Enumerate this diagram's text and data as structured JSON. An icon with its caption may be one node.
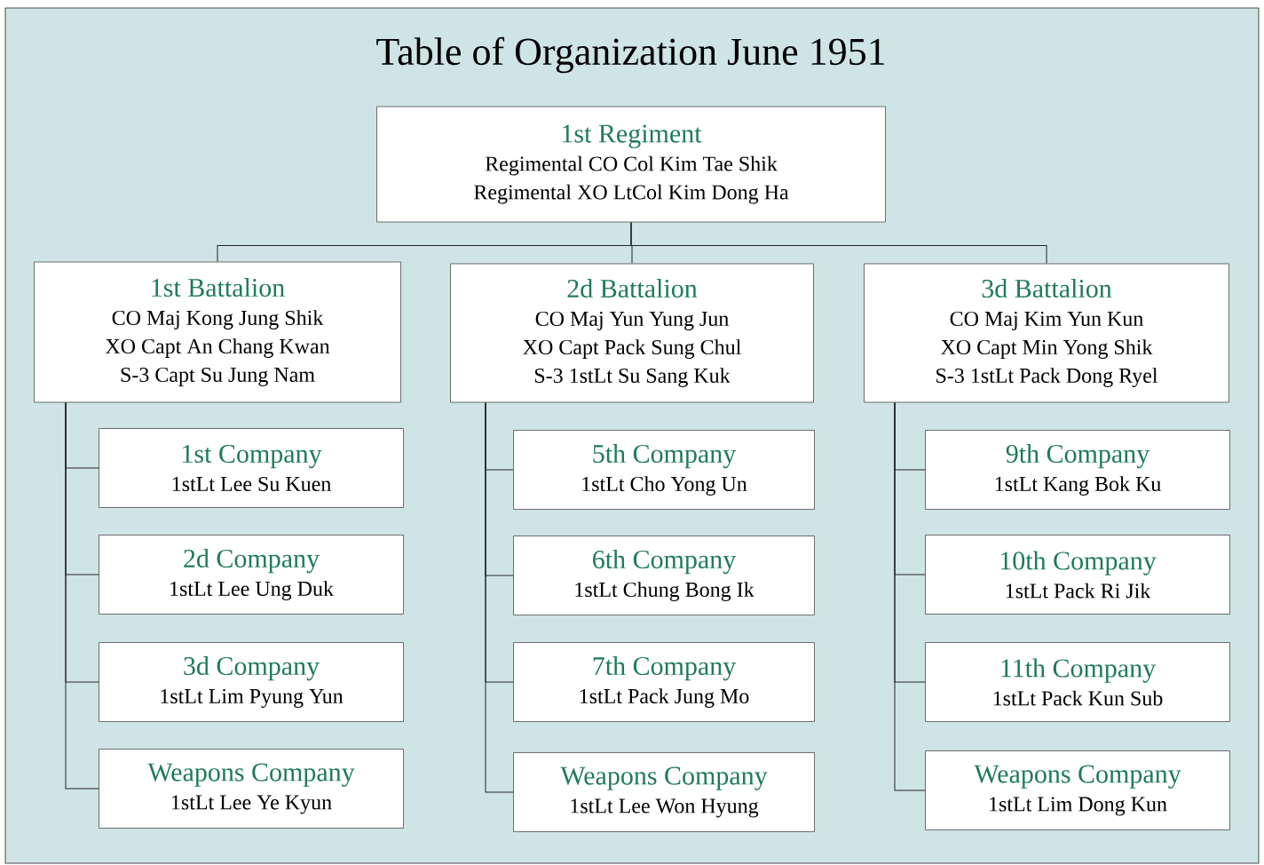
{
  "diagram": {
    "title": "Table of Organization June 1951",
    "nodes": [
      {
        "text": [
          "1st Regiment",
          "Regimental CO Col Kim Tae Shik",
          "Regimental XO LtCol Kim Dong Ha"
        ]
      },
      {
        "text": [
          "1st Battalion",
          "CO Maj Kong Jung Shik",
          "XO Capt An Chang Kwan",
          "S-3 Capt Su Jung Nam"
        ]
      },
      {
        "text": [
          "2d Battalion",
          "CO Maj Yun Yung Jun",
          "XO Capt Pack Sung Chul",
          "S-3 1stLt Su Sang Kuk"
        ]
      },
      {
        "text": [
          "3d Battalion",
          "CO Maj Kim Yun Kun",
          "XO Capt Min Yong Shik",
          "S-3 1stLt Pack Dong Ryel"
        ]
      },
      {
        "text": [
          "1st Company",
          "1stLt Lee Su Kuen"
        ]
      },
      {
        "text": [
          "2d Company",
          "1stLt Lee Ung Duk"
        ]
      },
      {
        "text": [
          "3d Company",
          "1stLt Lim Pyung Yun"
        ]
      },
      {
        "text": [
          "Weapons Company",
          "1stLt Lee Ye Kyun"
        ]
      },
      {
        "text": [
          "5th Company",
          "1stLt Cho Yong Un"
        ]
      },
      {
        "text": [
          "6th Company",
          "1stLt Chung Bong Ik"
        ]
      },
      {
        "text": [
          "7th Company",
          "1stLt Pack Jung Mo"
        ]
      },
      {
        "text": [
          "Weapons Company",
          "1stLt Lee Won Hyung"
        ]
      },
      {
        "text": [
          "9th Company",
          "1stLt Kang Bok Ku"
        ]
      },
      {
        "text": [
          "10th Company",
          "1stLt Pack Ri Jik"
        ]
      },
      {
        "text": [
          "11th Company",
          "1stLt Pack Kun Sub"
        ]
      },
      {
        "text": [
          "Weapons Company",
          "1stLt Lim Dong Kun"
        ]
      }
    ],
    "edges": [
      {
        "from": 0,
        "to": 1,
        "arrow": "none"
      },
      {
        "from": 0,
        "to": 2,
        "arrow": "none"
      },
      {
        "from": 0,
        "to": 3,
        "arrow": "none"
      },
      {
        "from": 1,
        "to": 4,
        "arrow": "none"
      },
      {
        "from": 1,
        "to": 5,
        "arrow": "none"
      },
      {
        "from": 1,
        "to": 6,
        "arrow": "none"
      },
      {
        "from": 1,
        "to": 7,
        "arrow": "none"
      },
      {
        "from": 2,
        "to": 8,
        "arrow": "none"
      },
      {
        "from": 2,
        "to": 9,
        "arrow": "none"
      },
      {
        "from": 2,
        "to": 10,
        "arrow": "none"
      },
      {
        "from": 2,
        "to": 11,
        "arrow": "none"
      },
      {
        "from": 3,
        "to": 12,
        "arrow": "none"
      },
      {
        "from": 3,
        "to": 13,
        "arrow": "none"
      },
      {
        "from": 3,
        "to": 14,
        "arrow": "none"
      },
      {
        "from": 3,
        "to": 15,
        "arrow": "none"
      }
    ]
  }
}
